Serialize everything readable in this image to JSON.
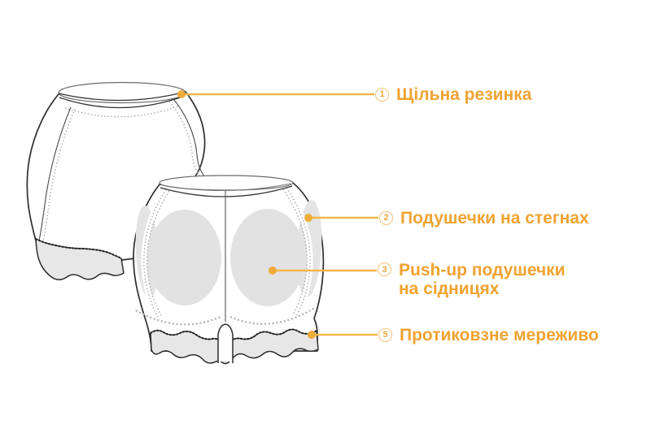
{
  "colors": {
    "accent_text": "#F0A331",
    "leader_line": "#F2B747",
    "circle_ring": "#EFC57C",
    "callout_dot": "#EFAC38",
    "garment_outline": "#2E2E2E",
    "pad_fill": "#E2E2E2",
    "lace_fill": "#E7E7E7",
    "background": "#FFFFFF"
  },
  "callouts": [
    {
      "number": "1",
      "label": "Щільна резинка"
    },
    {
      "number": "2",
      "label": "Подушечки на стегнах"
    },
    {
      "number": "3",
      "label": "Push-up подушечки на сідницях"
    },
    {
      "number": "5",
      "label": "Протиковзне мереживо"
    }
  ]
}
